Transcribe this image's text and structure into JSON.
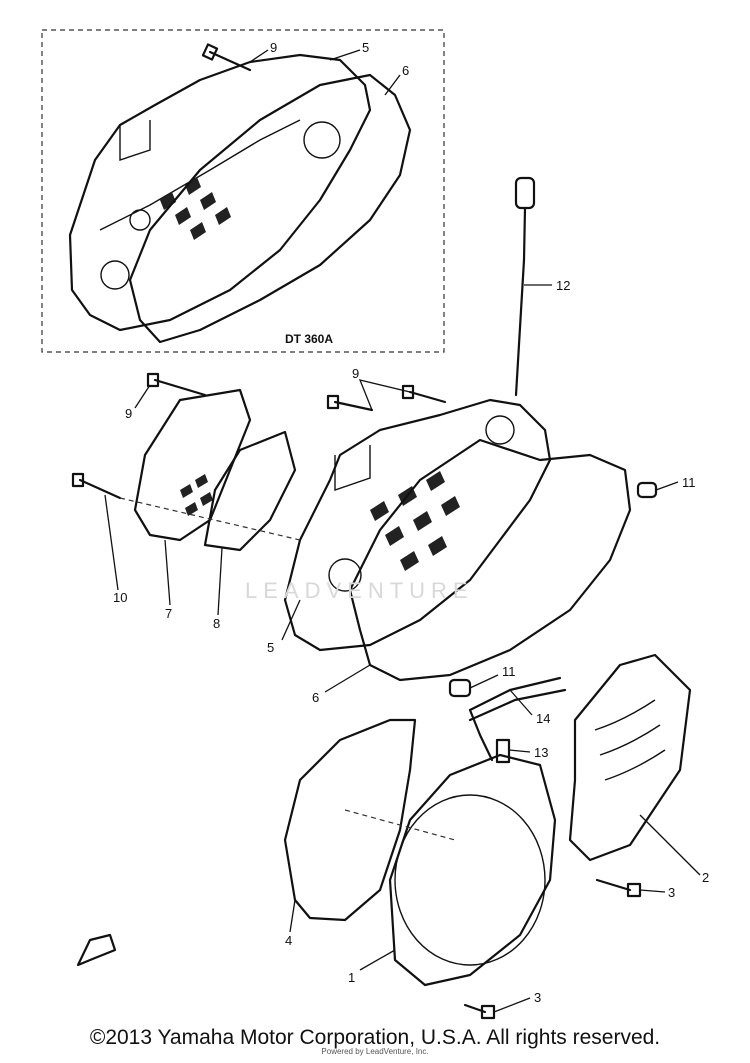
{
  "diagram": {
    "inset_label": "DT 360A",
    "watermark": "LEADVENTURE",
    "callouts": [
      "9",
      "5",
      "6",
      "12",
      "9",
      "9",
      "11",
      "10",
      "7",
      "8",
      "5",
      "6",
      "11",
      "14",
      "13",
      "2",
      "3",
      "4",
      "1",
      "3"
    ]
  },
  "footer": {
    "copyright": "©2013 Yamaha Motor Corporation, U.S.A. All rights reserved.",
    "credit": "Powered by LeadVenture, Inc."
  }
}
